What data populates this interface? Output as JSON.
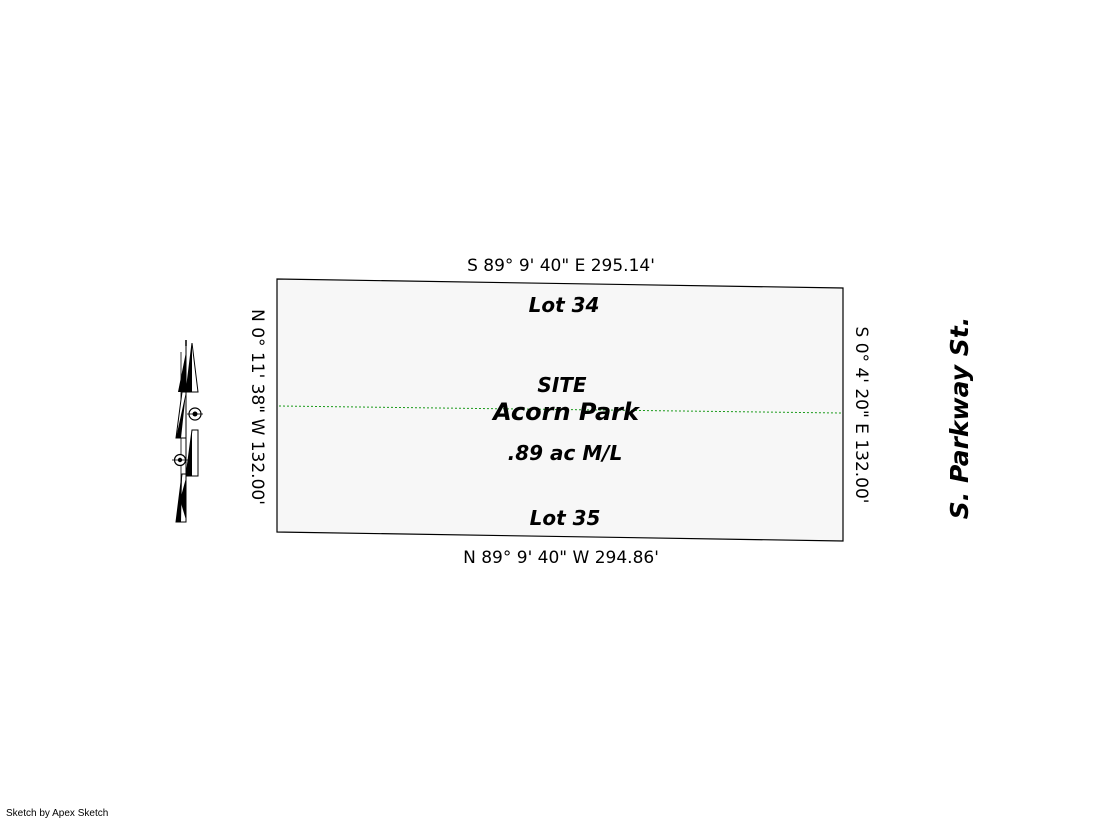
{
  "parcel": {
    "dimensions": {
      "north": "S 89° 9' 40\" E  295.14'",
      "south": "N 89° 9' 40\" W  294.86'",
      "west": "N 0° 11' 38\" W  132.00'",
      "east": "S 0° 4' 20\" E  132.00'"
    },
    "lot_north": "Lot 34",
    "lot_south": "Lot 35",
    "site_label": "SITE",
    "site_name": "Acorn Park",
    "area": ".89 ac M/L"
  },
  "street": "S. Parkway St.",
  "credit": "Sketch by Apex Sketch",
  "colors": {
    "outline": "#000000",
    "parcel_fill": "#f7f7f7",
    "divider": "#1a9a1a",
    "text": "#000000"
  },
  "icons": {
    "compass": "north-arrow-icon"
  }
}
